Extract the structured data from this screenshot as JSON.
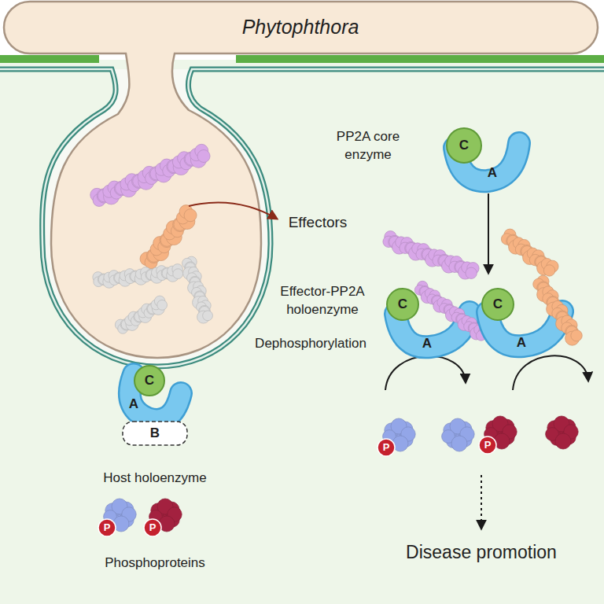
{
  "diagram": {
    "nodes": [
      {
        "text": [
          "Phytophthora"
        ]
      },
      {
        "text": [
          "C",
          "A"
        ]
      },
      {
        "text": [
          "C",
          "A"
        ]
      },
      {
        "text": [
          "C",
          "A"
        ]
      },
      {
        "text": [
          "P"
        ]
      },
      {
        "text": [
          "P"
        ]
      },
      {
        "text": [
          "C",
          "A",
          "B"
        ]
      },
      {
        "text": [
          "P"
        ]
      },
      {
        "text": [
          "P"
        ]
      }
    ],
    "edges": [
      {
        "from": 1,
        "to": 3,
        "arrow": "to"
      }
    ],
    "labels": [
      "PP2A core enzyme",
      "Effectors",
      "Effector-PP2A holoenzyme",
      "Dephosphorylation",
      "Disease promotion",
      "Host holoenzyme",
      "Phosphoproteins"
    ]
  }
}
